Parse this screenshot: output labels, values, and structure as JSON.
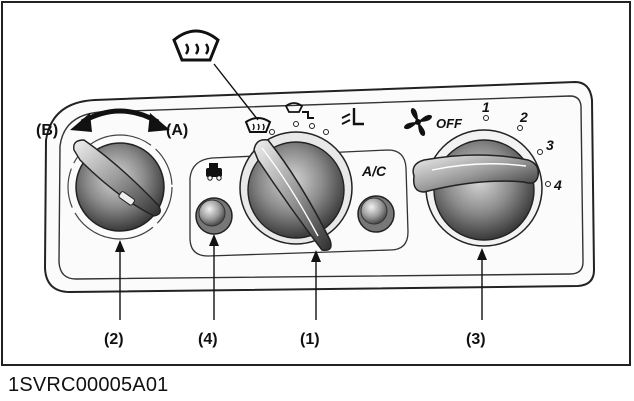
{
  "callouts": {
    "mode_dial": "(1)",
    "temp_dial": "(2)",
    "fan_dial": "(3)",
    "recirc_button": "(4)"
  },
  "temp_dial": {
    "left_label": "(B)",
    "right_label": "(A)"
  },
  "ac_label": "A/C",
  "fan": {
    "off_label": "OFF",
    "speeds": [
      "1",
      "2",
      "3",
      "4"
    ]
  },
  "figure_code": "1SVRC00005A01",
  "icons": [
    "defroster-icon",
    "defroster-small-icon",
    "face-feet-vent-icon",
    "feet-vent-icon",
    "fan-icon",
    "recirculation-car-icon"
  ]
}
